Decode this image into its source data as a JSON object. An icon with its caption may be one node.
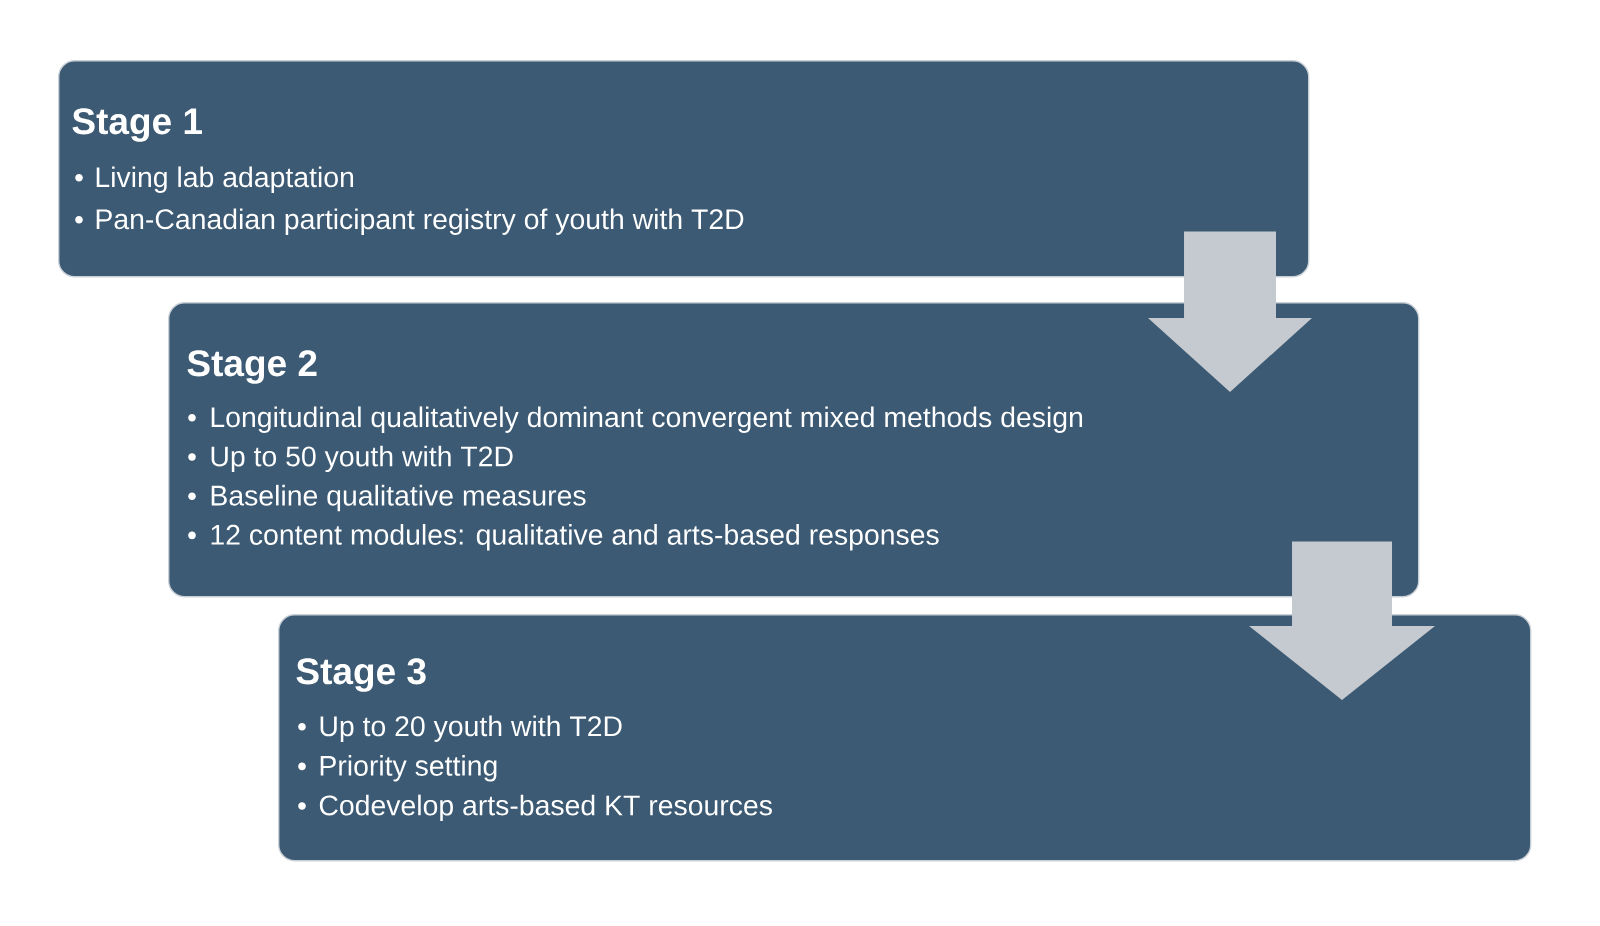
{
  "diagram": {
    "nodes": [
      {
        "text": [
          "Stage 1",
          "Living lab adaptation",
          "Pan-Canadian participant registry of youth with T2D"
        ]
      },
      {
        "text": [
          "Stage 2",
          "Longitudinal qualitatively dominant convergent mixed methods design",
          "Up to 50 youth with T2D",
          "Baseline qualitative measures",
          "12 content modules: qualitative and arts-based responses"
        ]
      },
      {
        "text": [
          "Stage 3",
          "Up to 20 youth with T2D",
          "Priority setting",
          "Codevelop arts-based KT resources"
        ]
      }
    ],
    "edges": [
      {
        "from": 0,
        "to": 1,
        "arrow": "to"
      },
      {
        "from": 1,
        "to": 2,
        "arrow": "to"
      }
    ]
  }
}
